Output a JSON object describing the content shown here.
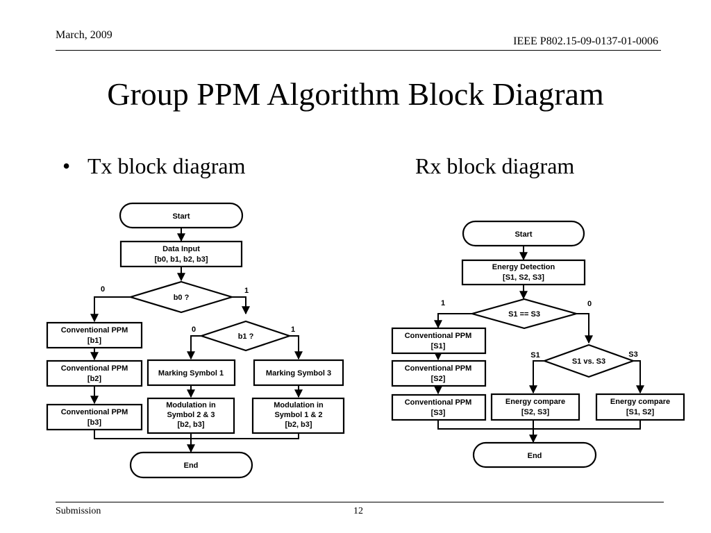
{
  "header": {
    "date": "March, 2009",
    "doc_id": "IEEE P802.15-09-0137-01-0006"
  },
  "title": "Group PPM Algorithm Block Diagram",
  "bullet_glyph": "•",
  "tx": {
    "label": "Tx block diagram",
    "start": "Start",
    "data_input": [
      "Data Input",
      "[b0, b1, b2, b3]"
    ],
    "decision_b0": "b0 ?",
    "b0_zero": "0",
    "b0_one": "1",
    "decision_b1": "b1 ?",
    "b1_zero": "0",
    "b1_one": "1",
    "conv1": [
      "Conventional PPM",
      "[b1]"
    ],
    "conv2": [
      "Conventional PPM",
      "[b2]"
    ],
    "conv3": [
      "Conventional PPM",
      "[b3]"
    ],
    "mark1": "Marking Symbol 1",
    "mark3": "Marking Symbol 3",
    "mod23": [
      "Modulation in",
      "Symbol 2 & 3",
      "[b2, b3]"
    ],
    "mod12": [
      "Modulation in",
      "Symbol 1 & 2",
      "[b2, b3]"
    ],
    "end": "End"
  },
  "rx": {
    "label": "Rx block diagram",
    "start": "Start",
    "energy_detection": [
      "Energy Detection",
      "[S1, S2, S3]"
    ],
    "decision_s1s3": "S1 == S3",
    "d1_one": "1",
    "d1_zero": "0",
    "conv1": [
      "Conventional PPM",
      "[S1]"
    ],
    "conv2": [
      "Conventional PPM",
      "[S2]"
    ],
    "conv3": [
      "Conventional PPM",
      "[S3]"
    ],
    "decision_vs": "S1 vs. S3",
    "vs_s1": "S1",
    "vs_s3": "S3",
    "ecomp_s2s3": [
      "Energy compare",
      "[S2, S3]"
    ],
    "ecomp_s1s2": [
      "Energy compare",
      "[S1, S2]"
    ],
    "end": "End"
  },
  "footer": {
    "left": "Submission",
    "page": "12"
  }
}
